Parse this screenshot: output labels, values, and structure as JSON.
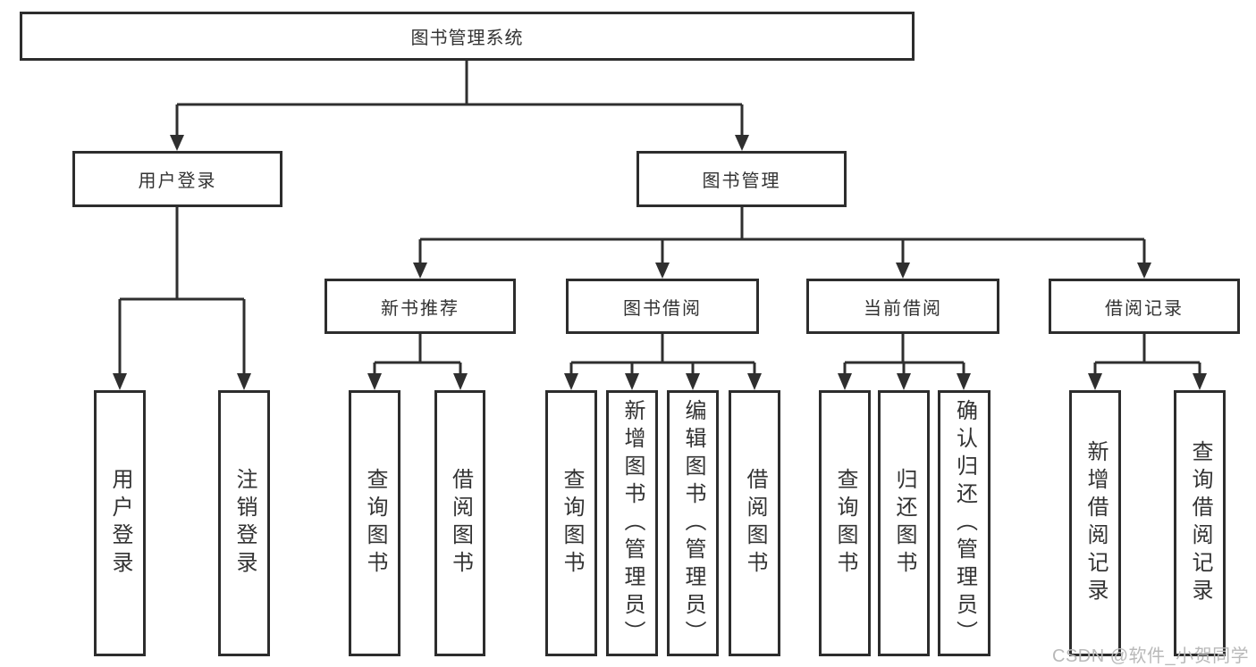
{
  "diagram": {
    "root": "图书管理系统",
    "level2": {
      "user_login": "用户登录",
      "book_management": "图书管理"
    },
    "level3": {
      "new_book_recommend": "新书推荐",
      "book_borrow": "图书借阅",
      "current_borrow": "当前借阅",
      "borrow_record": "借阅记录"
    },
    "leaves": {
      "user_login": "用户登录",
      "logout": "注销登录",
      "nb_query_book": "查询图书",
      "nb_borrow_book": "借阅图书",
      "bb_query_book": "查询图书",
      "bb_add_book": "新增图书（管理员）",
      "bb_edit_book": "编辑图书（管理员）",
      "bb_borrow_book": "借阅图书",
      "cb_query_book": "查询图书",
      "cb_return_book": "归还图书",
      "cb_confirm_return": "确认归还（管理员）",
      "br_add_record": "新增借阅记录",
      "br_query_record": "查询借阅记录"
    }
  },
  "watermark": "CSDN @软件_小贺同学",
  "colors": {
    "line": "#2f2f2f",
    "box_border": "#2d2d2d",
    "text": "#333333",
    "watermark": "#b9b9b9",
    "background": "#ffffff"
  }
}
